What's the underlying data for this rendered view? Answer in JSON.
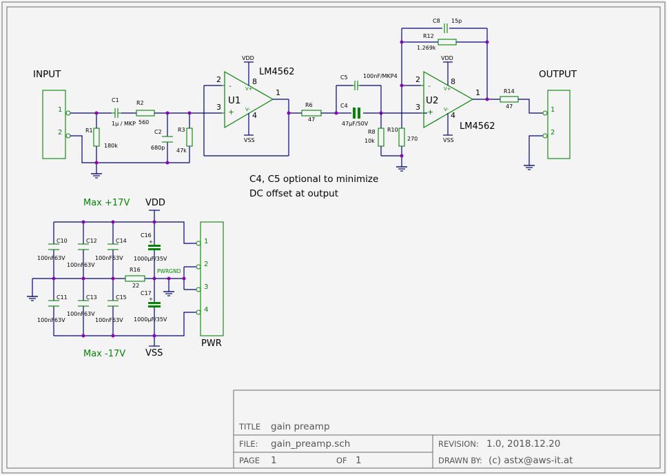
{
  "schematic": {
    "ports": {
      "input": "INPUT",
      "output": "OUTPUT",
      "pwr": "PWR"
    },
    "pins": {
      "p1": "1",
      "p2": "2",
      "p3": "3",
      "p4": "4",
      "p8": "8"
    },
    "power": {
      "vdd": "VDD",
      "vss": "VSS",
      "max_pos": "Max +17V",
      "max_neg": "Max -17V",
      "pwrgnd": "PWRGND"
    },
    "opamps": {
      "u1": {
        "ref": "U1",
        "part": "LM4562",
        "vplus": "V+",
        "vminus": "V-",
        "minus": "-",
        "plus": "+"
      },
      "u2": {
        "ref": "U2",
        "part": "LM4562",
        "vplus": "V+",
        "vminus": "V-",
        "minus": "-",
        "plus": "+"
      }
    },
    "components": {
      "c1": {
        "ref": "C1",
        "value": "1µ / MKP"
      },
      "r2": {
        "ref": "R2",
        "value": "560"
      },
      "r1": {
        "ref": "R1",
        "value": "180k"
      },
      "c2": {
        "ref": "C2",
        "value": "680p"
      },
      "r3": {
        "ref": "R3",
        "value": "47k"
      },
      "r6": {
        "ref": "R6",
        "value": "47"
      },
      "c5": {
        "ref": "C5",
        "value": "100nF/MKP4"
      },
      "c4": {
        "ref": "C4",
        "value": "47µF/50V"
      },
      "r8": {
        "ref": "R8",
        "value": "10k"
      },
      "r10": {
        "ref": "R10",
        "value": "270"
      },
      "c8": {
        "ref": "C8",
        "value": "15p"
      },
      "r12": {
        "ref": "R12",
        "value": "1.269k"
      },
      "r14": {
        "ref": "R14",
        "value": "47"
      },
      "c10": {
        "ref": "C10",
        "value": "100nF63V"
      },
      "c12": {
        "ref": "C12",
        "value": "100nF63V"
      },
      "c14": {
        "ref": "C14",
        "value": "100nF63V"
      },
      "c16": {
        "ref": "C16",
        "value": "1000µF/35V"
      },
      "c11": {
        "ref": "C11",
        "value": "100nF63V"
      },
      "c13": {
        "ref": "C13",
        "value": "100nF63V"
      },
      "c15": {
        "ref": "C15",
        "value": "100nF63V"
      },
      "c17": {
        "ref": "C17",
        "value": "1000µF/35V"
      },
      "r16": {
        "ref": "R16",
        "value": "22"
      }
    },
    "note": {
      "line1": "C4, C5 optional to minimize",
      "line2": "DC offset at output"
    }
  },
  "title_block": {
    "title_label": "TITLE",
    "title": "gain preamp",
    "file_label": "FILE:",
    "file": "gain_preamp.sch",
    "revision_label": "REVISION:",
    "revision": "1.0, 2018.12.20",
    "page_label": "PAGE",
    "page": "1",
    "of_label": "OF",
    "of": "1",
    "drawn_label": "DRAWN BY:",
    "drawn": "(c) astx@aws-it.at"
  }
}
